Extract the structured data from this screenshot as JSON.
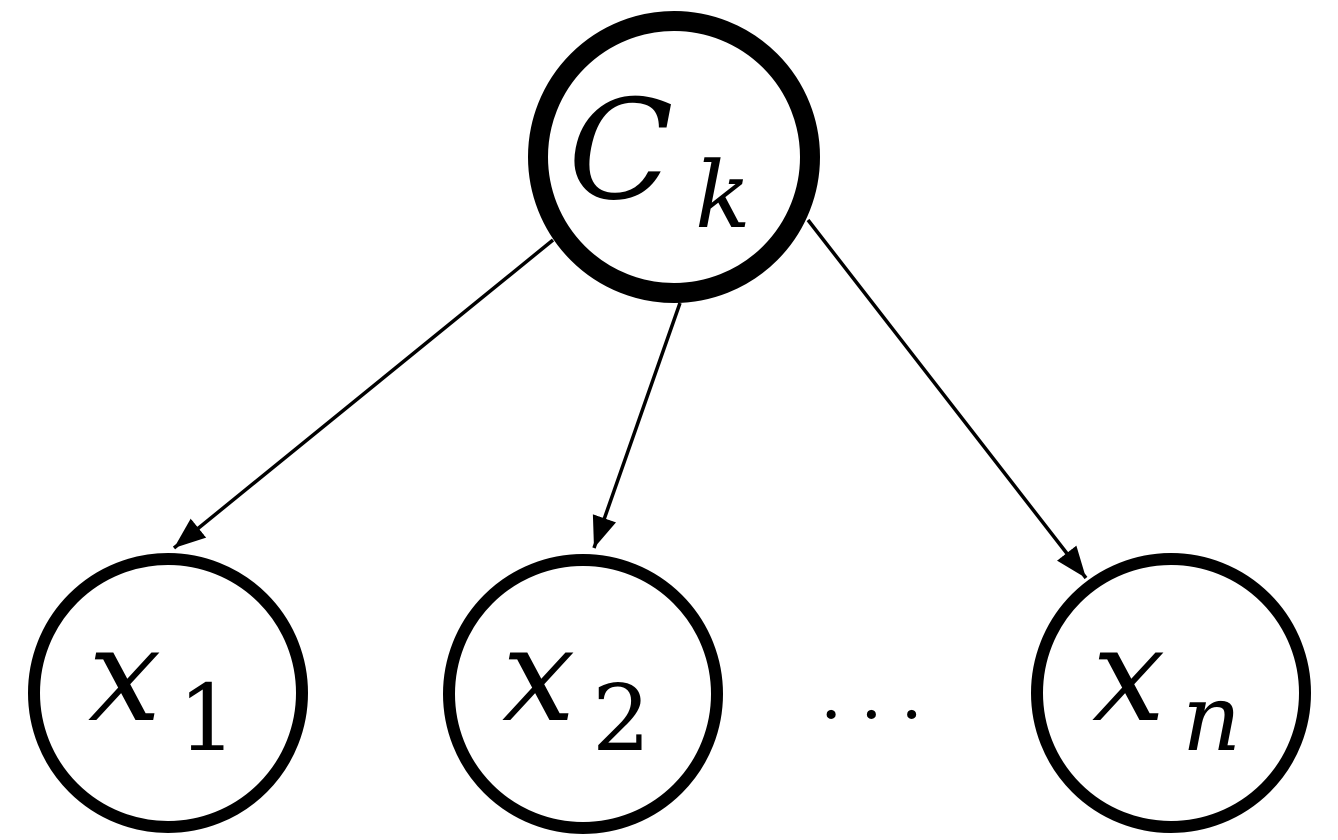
{
  "diagram": {
    "root": {
      "main": "C",
      "sub": "k"
    },
    "children": [
      {
        "main": "x",
        "sub": "1"
      },
      {
        "main": "x",
        "sub": "2"
      },
      {
        "main": "x",
        "sub": "n"
      }
    ],
    "ellipsis": "..."
  },
  "colors": {
    "stroke": "#000000",
    "background": "#ffffff"
  }
}
